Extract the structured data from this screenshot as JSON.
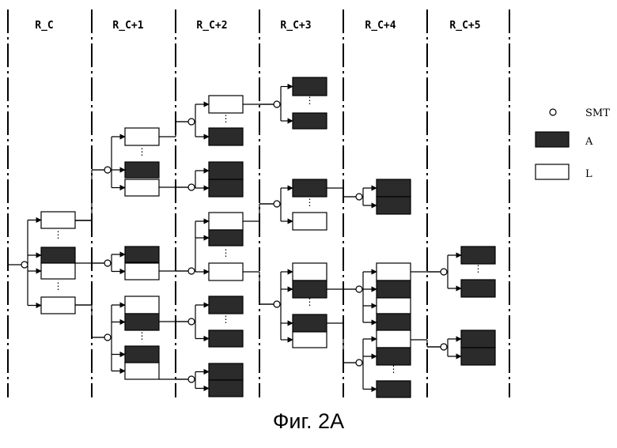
{
  "columns": [
    "R_C",
    "R_C+1",
    "R_C+2",
    "R_C+3",
    "R_C+4",
    "R_C+5"
  ],
  "legend": [
    {
      "symbol": "smt-node",
      "label": "SMT"
    },
    {
      "symbol": "a-block",
      "label": "A"
    },
    {
      "symbol": "l-block",
      "label": "L"
    }
  ],
  "caption": "Фиг. 2A",
  "colors": {
    "a_block": "#2b2b2b",
    "l_block": "#ffffff",
    "line": "#000000"
  },
  "ellipsis": "⋮"
}
